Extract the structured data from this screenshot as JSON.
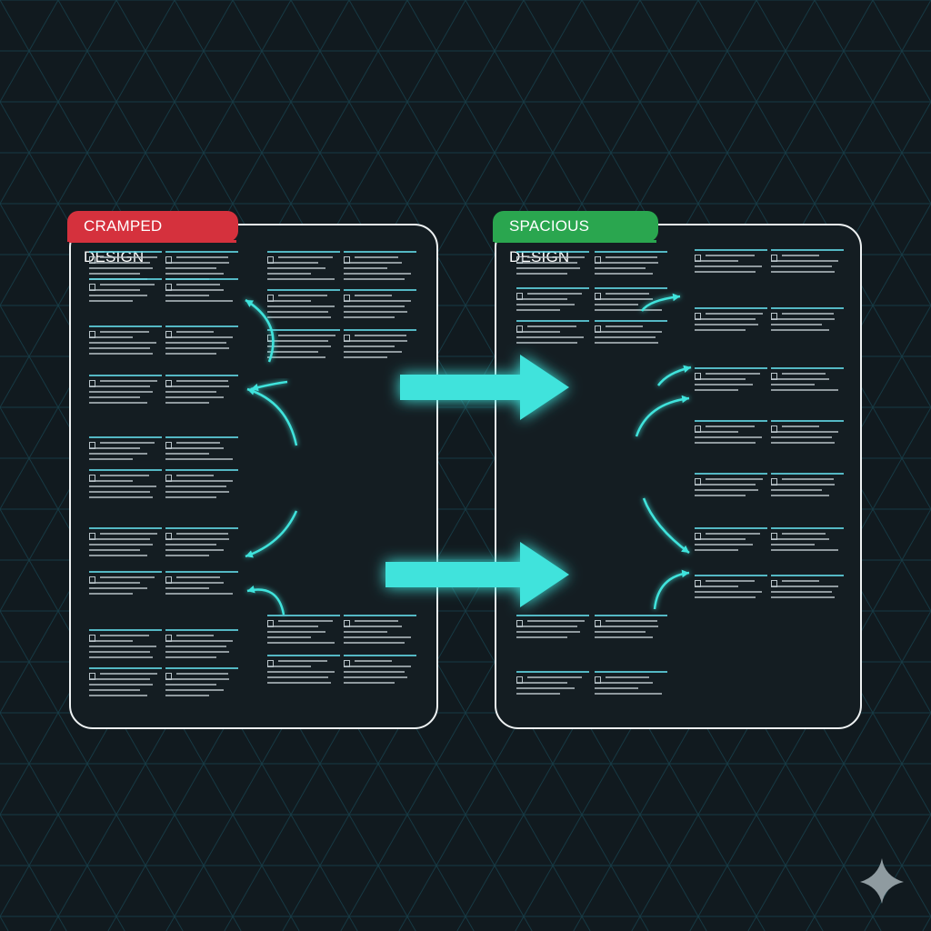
{
  "colors": {
    "background": "#111a1f",
    "grid_line": "#173a44",
    "panel_border": "#eef2f3",
    "cramped_accent": "#d5313d",
    "spacious_accent": "#2aa64f",
    "arrow": "#3fe3dc",
    "column_rule": "#5fd3e0",
    "text_line": "#b9c4c9"
  },
  "left_panel": {
    "label": "CRAMPED DESIGN",
    "curved_arrows": 5
  },
  "right_panel": {
    "label": "SPACIOUS DESIGN",
    "curved_arrows": 5
  },
  "transition_arrows": 2,
  "corner_icon": "sparkle-icon"
}
